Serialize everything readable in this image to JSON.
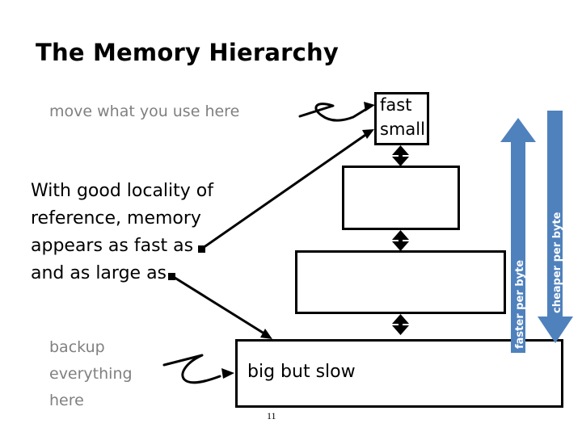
{
  "slide": {
    "title": "The Memory Hierarchy",
    "page_number": "11",
    "background_color": "#ffffff",
    "accent_color": "#4F81BD",
    "note_color": "#808080"
  },
  "notes": {
    "move": "move what you use here",
    "backup": "backup\neverything\nhere"
  },
  "body": {
    "paragraph": "With good locality of\nreference, memory\nappears as fast as\nand as large as"
  },
  "boxes": [
    {
      "id": "fast-small",
      "label": "fast\nsmall"
    },
    {
      "id": "mid-upper",
      "label": ""
    },
    {
      "id": "mid-lower",
      "label": ""
    },
    {
      "id": "big-slow",
      "label": "big but slow"
    }
  ],
  "arrows": {
    "faster_label": "faster per byte",
    "cheaper_label": "cheaper per byte",
    "faster_direction": "up",
    "cheaper_direction": "down"
  }
}
